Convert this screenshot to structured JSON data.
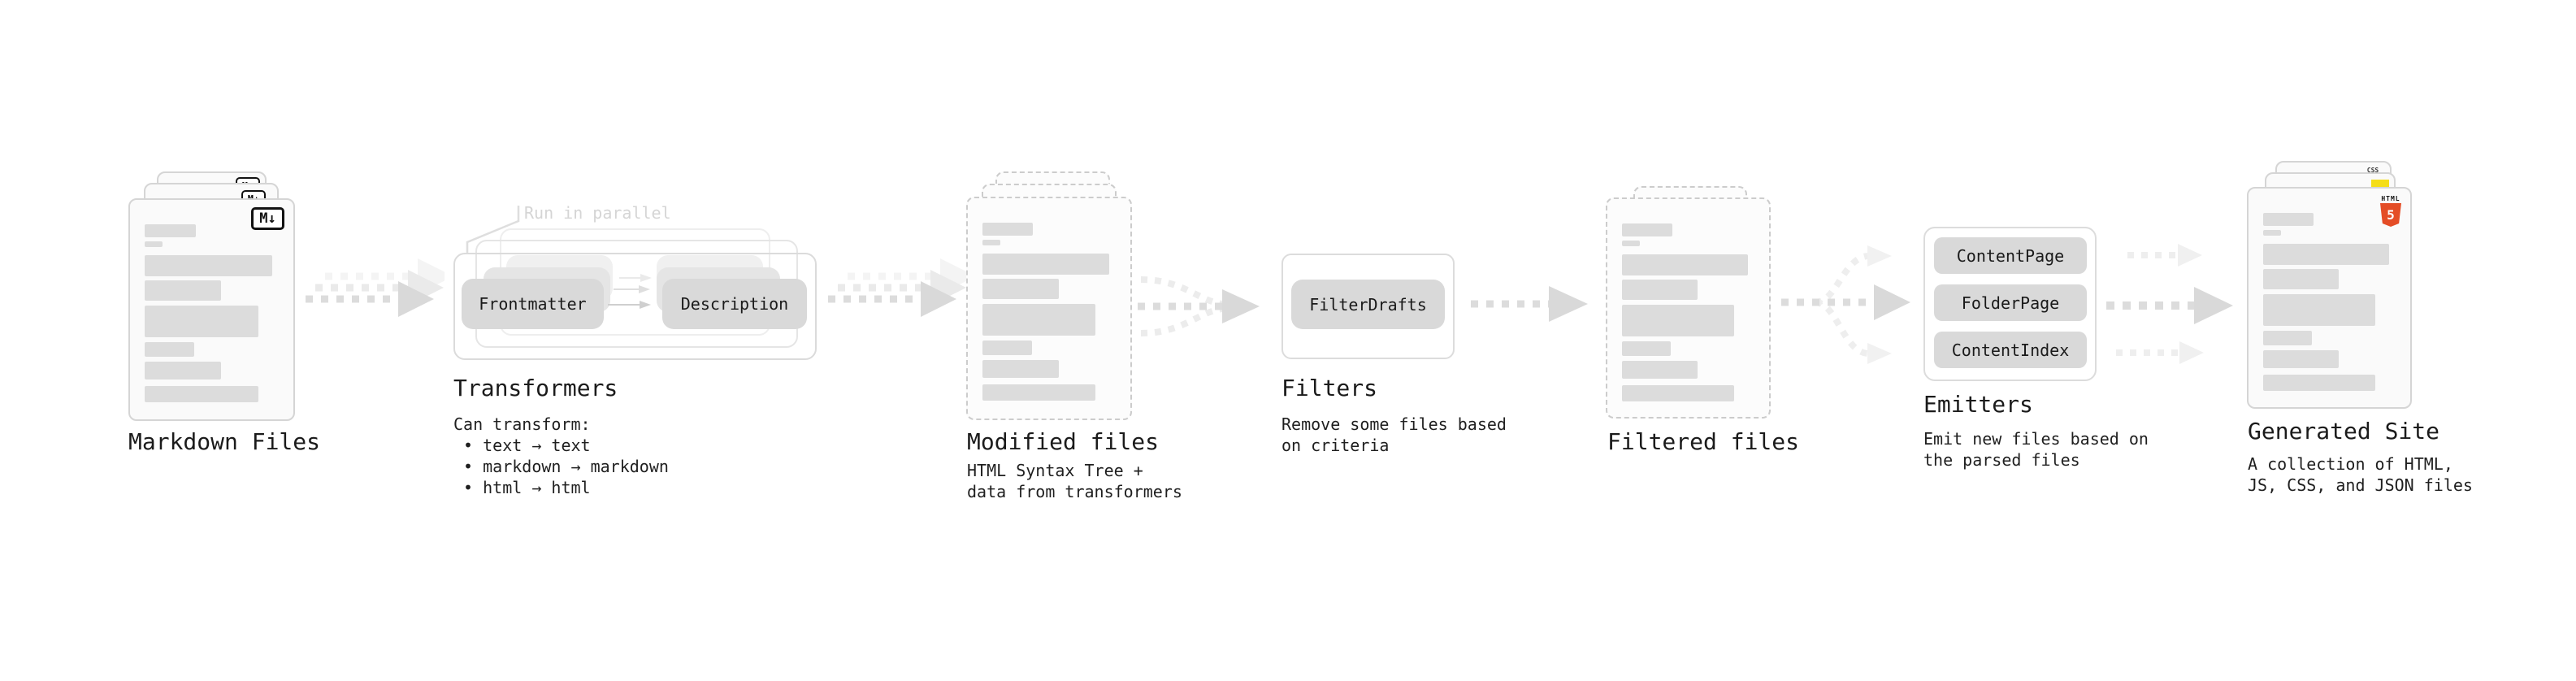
{
  "colors": {
    "html5_orange": "#e44d26",
    "js_yellow": "#f5de19",
    "css_blue": "#2862e9",
    "pill_gray": "#d9d9d9",
    "arrow_gray": "#dcdcdc"
  },
  "markdown_files": {
    "title": "Markdown Files",
    "badge": "M↓"
  },
  "transformers": {
    "title": "Transformers",
    "annotation": "Run in parallel",
    "pill_left": "Frontmatter",
    "pill_right": "Description",
    "description": "Can transform:\n • text → text\n • markdown → markdown\n • html → html"
  },
  "modified_files": {
    "title": "Modified files",
    "description": "HTML Syntax Tree +\ndata from transformers"
  },
  "filters": {
    "title": "Filters",
    "pill": "FilterDrafts",
    "description": "Remove some files based\non criteria"
  },
  "filtered_files": {
    "title": "Filtered files"
  },
  "emitters": {
    "title": "Emitters",
    "pills": [
      "ContentPage",
      "FolderPage",
      "ContentIndex"
    ],
    "description": "Emit new files based on\nthe parsed files"
  },
  "generated_site": {
    "title": "Generated Site",
    "description": "A collection of HTML,\nJS, CSS, and JSON files",
    "badges": {
      "html": "HTML",
      "html_number": "5",
      "css": "CSS"
    }
  }
}
